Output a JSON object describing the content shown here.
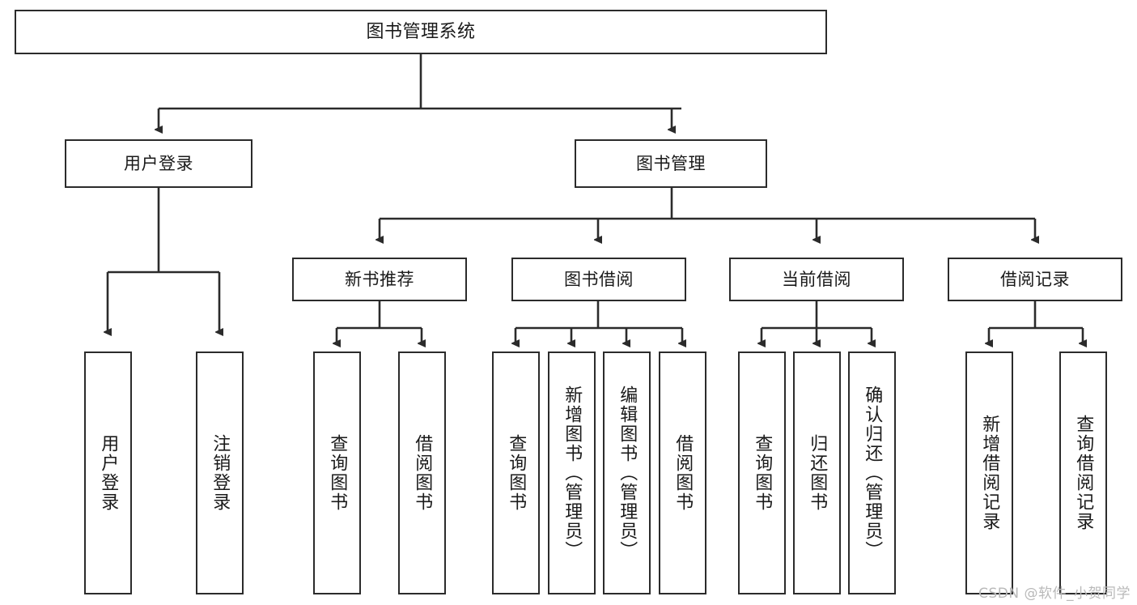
{
  "diagram": {
    "title": "图书管理系统",
    "type": "tree",
    "watermark": "CSDN @软件_小贺同学",
    "colors": {
      "stroke": "#2b2b2b",
      "fill": "#ffffff",
      "text": "#1a1a1a",
      "watermark": "#b9b9b9"
    },
    "root": {
      "label": "图书管理系统"
    },
    "level2": [
      {
        "label": "用户登录"
      },
      {
        "label": "图书管理"
      }
    ],
    "level3": [
      {
        "label": "新书推荐"
      },
      {
        "label": "图书借阅"
      },
      {
        "label": "当前借阅"
      },
      {
        "label": "借阅记录"
      }
    ],
    "leaves": {
      "user_login": [
        {
          "label": "用户登录"
        },
        {
          "label": "注销登录"
        }
      ],
      "new_book": [
        {
          "label": "查询图书"
        },
        {
          "label": "借阅图书"
        }
      ],
      "borrow_book": [
        {
          "label": "查询图书"
        },
        {
          "label": "新增图书（管理员）"
        },
        {
          "label": "编辑图书（管理员）"
        },
        {
          "label": "借阅图书"
        }
      ],
      "current_borrow": [
        {
          "label": "查询图书"
        },
        {
          "label": "归还图书"
        },
        {
          "label": "确认归还（管理员）"
        }
      ],
      "borrow_record": [
        {
          "label": "新增借阅记录"
        },
        {
          "label": "查询借阅记录"
        }
      ]
    }
  }
}
